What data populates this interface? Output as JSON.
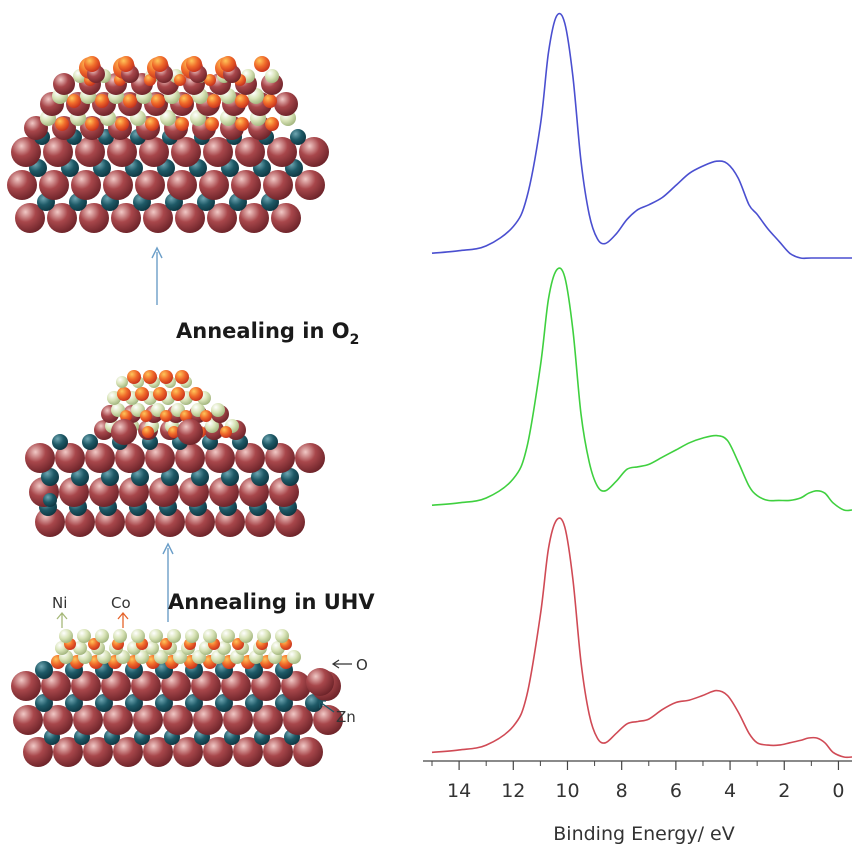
{
  "colors": {
    "oxygen": "#8e3339",
    "zinc": "#1e5966",
    "nickel": "#c8d6a0",
    "cobalt": "#e5512a",
    "arrow": "#6b9ec8",
    "spectrum_top": "#4a4fd0",
    "spectrum_middle": "#3fd03f",
    "spectrum_bottom": "#d04a55"
  },
  "labels": {
    "anneal_o2_text": "Annealing in O",
    "anneal_o2_sub": "2",
    "anneal_uhv": "Annealing in UHV",
    "ni": "Ni",
    "co": "Co",
    "o": "O",
    "zn": "Zn"
  },
  "chart_data": {
    "type": "line",
    "xlabel": "Binding Energy/ eV",
    "ylabel": "",
    "xlim": [
      15,
      -0.5
    ],
    "x_reversed": true,
    "xticks": [
      14,
      12,
      10,
      8,
      6,
      4,
      2,
      0
    ],
    "series": [
      {
        "id": "top",
        "color": "#4a4fd0",
        "points": [
          [
            15.0,
            0.02
          ],
          [
            14.0,
            0.03
          ],
          [
            13.0,
            0.05
          ],
          [
            12.0,
            0.13
          ],
          [
            11.5,
            0.25
          ],
          [
            11.0,
            0.55
          ],
          [
            10.7,
            0.85
          ],
          [
            10.4,
            1.0
          ],
          [
            10.1,
            0.97
          ],
          [
            9.8,
            0.75
          ],
          [
            9.5,
            0.4
          ],
          [
            9.2,
            0.18
          ],
          [
            8.9,
            0.08
          ],
          [
            8.6,
            0.06
          ],
          [
            8.2,
            0.1
          ],
          [
            7.8,
            0.16
          ],
          [
            7.4,
            0.2
          ],
          [
            7.0,
            0.22
          ],
          [
            6.5,
            0.25
          ],
          [
            6.0,
            0.3
          ],
          [
            5.5,
            0.35
          ],
          [
            5.0,
            0.38
          ],
          [
            4.5,
            0.4
          ],
          [
            4.1,
            0.39
          ],
          [
            3.7,
            0.33
          ],
          [
            3.3,
            0.22
          ],
          [
            3.0,
            0.18
          ],
          [
            2.6,
            0.12
          ],
          [
            2.2,
            0.07
          ],
          [
            1.8,
            0.02
          ],
          [
            1.4,
            0.0
          ],
          [
            1.0,
            0.0
          ],
          [
            0.0,
            0.0
          ],
          [
            -0.5,
            0.0
          ]
        ]
      },
      {
        "id": "middle",
        "color": "#3fd03f",
        "points": [
          [
            15.0,
            0.02
          ],
          [
            14.0,
            0.03
          ],
          [
            13.0,
            0.05
          ],
          [
            12.0,
            0.13
          ],
          [
            11.5,
            0.26
          ],
          [
            11.0,
            0.6
          ],
          [
            10.7,
            0.88
          ],
          [
            10.4,
            1.0
          ],
          [
            10.1,
            0.97
          ],
          [
            9.8,
            0.75
          ],
          [
            9.5,
            0.4
          ],
          [
            9.2,
            0.2
          ],
          [
            8.9,
            0.1
          ],
          [
            8.6,
            0.08
          ],
          [
            8.2,
            0.12
          ],
          [
            7.8,
            0.17
          ],
          [
            7.4,
            0.18
          ],
          [
            7.0,
            0.19
          ],
          [
            6.5,
            0.22
          ],
          [
            6.0,
            0.25
          ],
          [
            5.5,
            0.28
          ],
          [
            5.0,
            0.3
          ],
          [
            4.5,
            0.31
          ],
          [
            4.1,
            0.29
          ],
          [
            3.7,
            0.2
          ],
          [
            3.3,
            0.1
          ],
          [
            3.0,
            0.06
          ],
          [
            2.6,
            0.04
          ],
          [
            2.2,
            0.04
          ],
          [
            1.8,
            0.04
          ],
          [
            1.4,
            0.05
          ],
          [
            1.1,
            0.07
          ],
          [
            0.8,
            0.08
          ],
          [
            0.5,
            0.07
          ],
          [
            0.2,
            0.03
          ],
          [
            -0.2,
            0.0
          ],
          [
            -0.5,
            0.0
          ]
        ]
      },
      {
        "id": "bottom",
        "color": "#d04a55",
        "points": [
          [
            15.0,
            0.02
          ],
          [
            14.0,
            0.03
          ],
          [
            13.0,
            0.05
          ],
          [
            12.0,
            0.13
          ],
          [
            11.5,
            0.26
          ],
          [
            11.0,
            0.6
          ],
          [
            10.7,
            0.88
          ],
          [
            10.4,
            1.0
          ],
          [
            10.1,
            0.97
          ],
          [
            9.8,
            0.75
          ],
          [
            9.5,
            0.4
          ],
          [
            9.2,
            0.18
          ],
          [
            8.9,
            0.08
          ],
          [
            8.6,
            0.06
          ],
          [
            8.2,
            0.1
          ],
          [
            7.8,
            0.14
          ],
          [
            7.4,
            0.15
          ],
          [
            7.0,
            0.16
          ],
          [
            6.5,
            0.2
          ],
          [
            6.0,
            0.23
          ],
          [
            5.5,
            0.24
          ],
          [
            5.0,
            0.26
          ],
          [
            4.5,
            0.28
          ],
          [
            4.1,
            0.26
          ],
          [
            3.7,
            0.19
          ],
          [
            3.3,
            0.1
          ],
          [
            3.0,
            0.06
          ],
          [
            2.6,
            0.05
          ],
          [
            2.2,
            0.05
          ],
          [
            1.8,
            0.06
          ],
          [
            1.4,
            0.07
          ],
          [
            1.1,
            0.08
          ],
          [
            0.8,
            0.08
          ],
          [
            0.5,
            0.06
          ],
          [
            0.2,
            0.02
          ],
          [
            -0.2,
            0.0
          ],
          [
            -0.5,
            0.0
          ]
        ]
      }
    ]
  }
}
